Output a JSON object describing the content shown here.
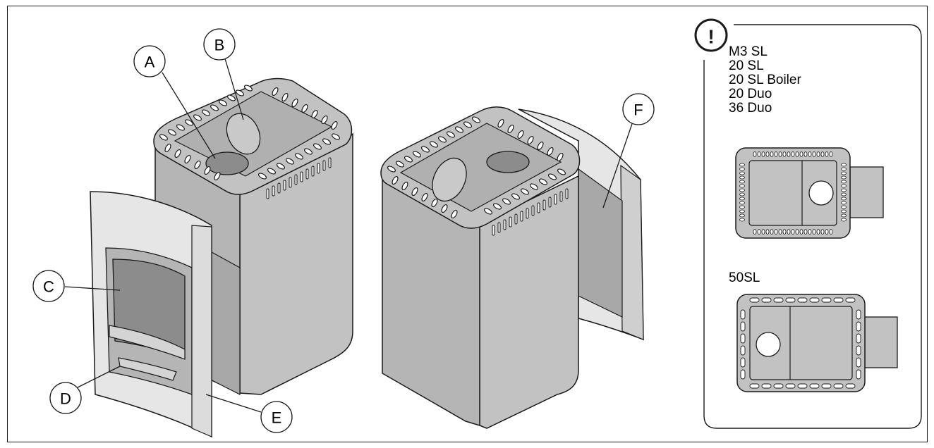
{
  "callouts": [
    "A",
    "B",
    "C",
    "D",
    "E",
    "F"
  ],
  "note": {
    "warning_icon_glyph": "!",
    "models_group_1": [
      "M3 SL",
      "20 SL",
      "20 SL Boiler",
      "20 Duo",
      "36 Duo"
    ],
    "model_group_2": "50SL"
  },
  "colors": {
    "body_fill": "#c2c2c2",
    "door_fill": "#e6e6e6",
    "glass_fill": "#8c8c8c",
    "outline": "#1a1a1a"
  }
}
